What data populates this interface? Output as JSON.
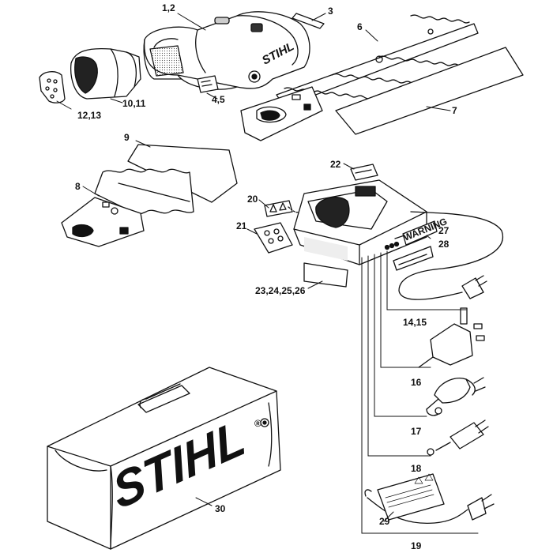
{
  "brand": "STIHL",
  "labels": {
    "p1": "1,2",
    "p3": "3",
    "p4": "4,5",
    "p6": "6",
    "p7": "7",
    "p8": "8",
    "p9": "9",
    "p10": "10,11",
    "p12": "12,13",
    "p14": "14,15",
    "p16": "16",
    "p17": "17",
    "p18": "18",
    "p19": "19",
    "p20": "20",
    "p21": "21",
    "p22": "22",
    "p23": "23,24,25,26",
    "p27": "27",
    "p28": "28",
    "p29": "29",
    "p30": "30"
  },
  "charger_labels": {
    "warning": "WARNING"
  },
  "case_mark": "®"
}
